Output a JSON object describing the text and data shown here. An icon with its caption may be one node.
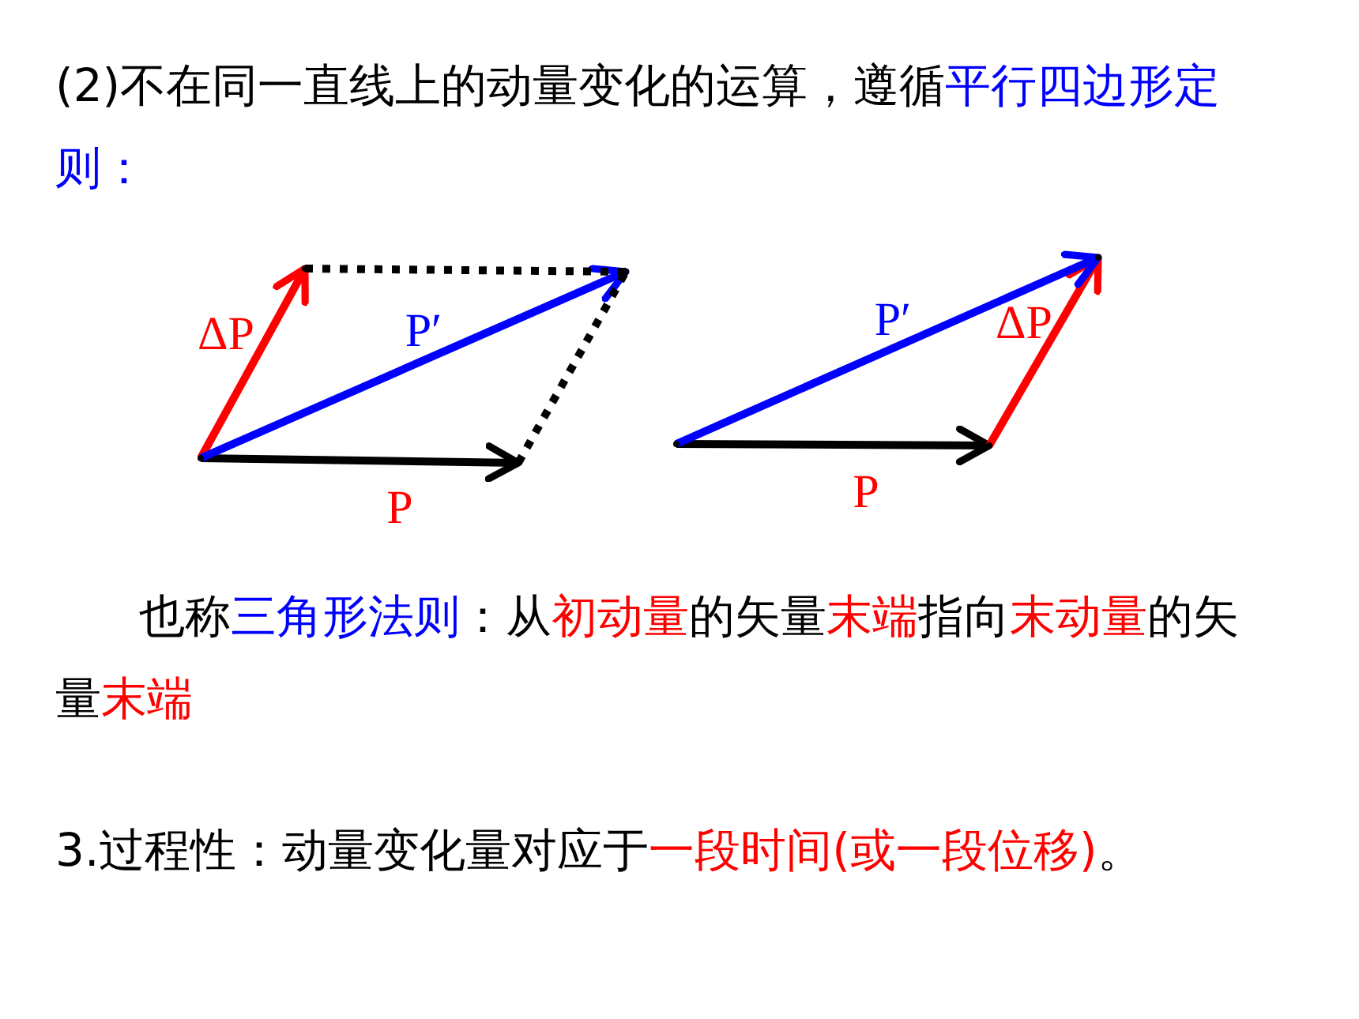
{
  "diagram": {
    "nodes": [
      {
        "text": [],
        "shape": "point"
      },
      {
        "text": [],
        "shape": "point"
      },
      {
        "text": [],
        "shape": "point"
      },
      {
        "text": [],
        "shape": "point"
      },
      {
        "text": [],
        "shape": "point"
      },
      {
        "text": [],
        "shape": "point"
      },
      {
        "text": [],
        "shape": "point"
      }
    ],
    "edges": [
      {
        "from": 0,
        "to": 1,
        "arrow": "to",
        "label": "P"
      },
      {
        "from": 0,
        "to": 2,
        "arrow": "to",
        "label": "ΔP",
        "color": "#ff0000"
      },
      {
        "from": 0,
        "to": 3,
        "arrow": "to",
        "label": "P′",
        "color": "#0000ff"
      },
      {
        "from": 2,
        "to": 3,
        "arrow": "none",
        "style": "dashed"
      },
      {
        "from": 1,
        "to": 3,
        "arrow": "none",
        "style": "dashed"
      },
      {
        "from": 4,
        "to": 5,
        "arrow": "to",
        "label": "P"
      },
      {
        "from": 5,
        "to": 6,
        "arrow": "to",
        "label": "ΔP",
        "color": "#ff0000"
      },
      {
        "from": 4,
        "to": 6,
        "arrow": "to",
        "label": "P′",
        "color": "#0000ff"
      }
    ],
    "labels": [
      "(2)不在同一直线上的动量变化的运算，遵循平行四边形定则：",
      "也称三角形法则：从初动量的矢量末端指向末动量的矢量末端",
      "3.过程性：动量变化量对应于一段时间(或一段位移)。"
    ]
  }
}
